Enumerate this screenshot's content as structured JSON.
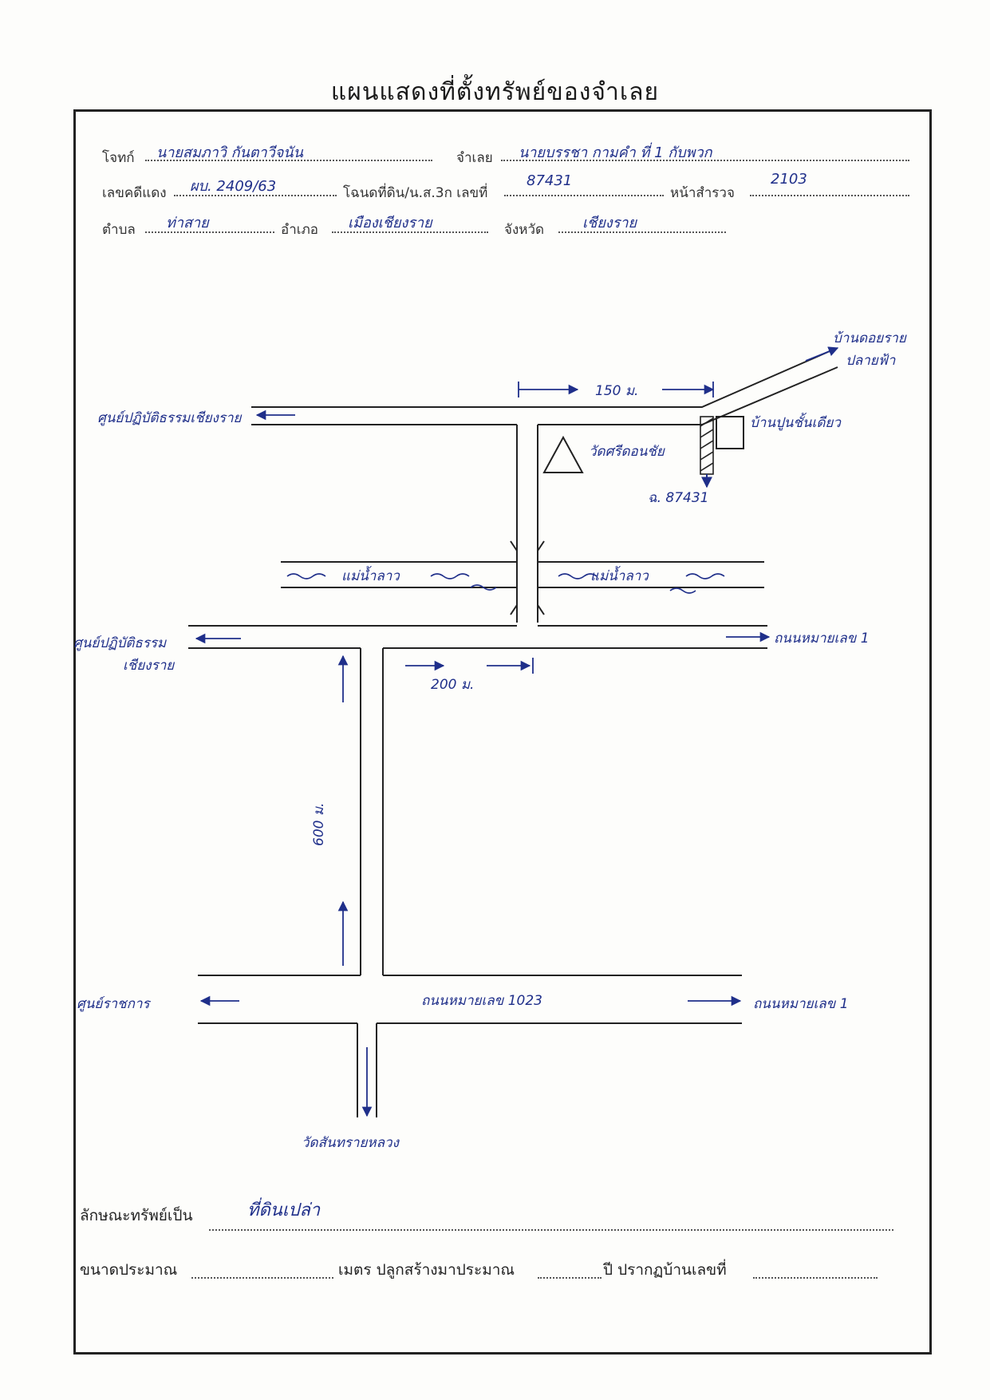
{
  "title": "แผนแสดงที่ตั้งทรัพย์ของจำเลย",
  "form": {
    "plaintiff_label": "โจทก์",
    "plaintiff_value": "นายสมภาวิ กันตาวีจนัน",
    "defendant_label": "จำเลย",
    "defendant_value": "นายบรรชา กามคำ ที่ 1 กับพวก",
    "case_label": "เลขคดีแดง",
    "case_value": "ผบ. 2409/63",
    "deed_label": "โฉนดที่ดิน/น.ส.3ก เลขที่",
    "deed_value": "87431",
    "survey_label": "หน้าสำรวจ",
    "survey_value": "2103",
    "subdistrict_label": "ตำบล",
    "subdistrict_value": "ท่าสาย",
    "district_label": "อำเภอ",
    "district_value": "เมืองเชียงราย",
    "province_label": "จังหวัด",
    "province_value": "เชียงราย"
  },
  "map": {
    "top_left_dest": "ศูนย์ปฏิบัติธรรมเชียงราย",
    "top_right_dest_1": "บ้านดอยราย",
    "top_right_dest_2": "ปลายฟ้า",
    "distance_top": "150 ม.",
    "house_label": "บ้านปูนชั้นเดียว",
    "temple_label": "วัดศรีดอนชัย",
    "parcel_label": "ฉ. 87431",
    "river_left": "แม่น้ำลาว",
    "river_right": "แม่น้ำลาว",
    "mid_left_dest_1": "ศูนย์ปฏิบัติธรรม",
    "mid_left_dest_2": "เชียงราย",
    "mid_right_road": "ถนนหมายเลข 1",
    "distance_mid": "200 ม.",
    "distance_vertical": "600 ม.",
    "bottom_left_dest": "ศูนย์ราชการ",
    "bottom_road": "ถนนหมายเลข 1023",
    "bottom_right_road": "ถนนหมายเลข 1",
    "bottom_dest": "วัดสันทรายหลวง"
  },
  "footer": {
    "property_label": "ลักษณะทรัพย์เป็น",
    "property_value": "ที่ดินเปล่า",
    "size_label": "ขนาดประมาณ",
    "meter_label": "เมตร ปลูกสร้างมาประมาณ",
    "year_label": "ปี ปรากฏบ้านเลขที่"
  },
  "colors": {
    "ink": "#1f2f8a",
    "line": "#222222"
  }
}
